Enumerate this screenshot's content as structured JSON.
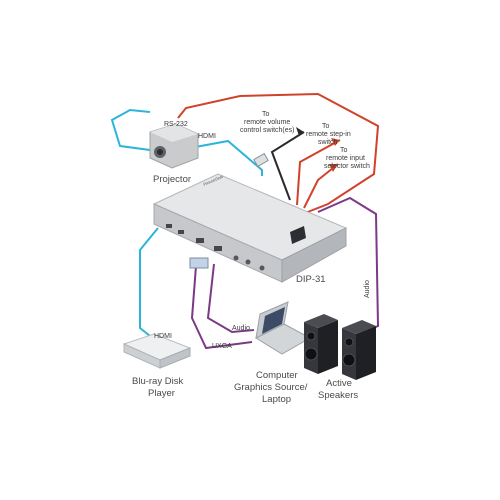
{
  "colors": {
    "hdmi": "#2bb5d8",
    "audio": "#7b3a86",
    "control_red": "#d0432b",
    "control_dark": "#2a2a2a",
    "device_body": "#d5d6d8"
  },
  "labels": {
    "rs232": "RS-232",
    "hdmi_projector": "HDMI",
    "projector": "Projector",
    "volume_line1": "To",
    "volume_line2": "remote volume",
    "volume_line3": "control switch(es)",
    "stepin_line1": "To",
    "stepin_line2": "remote step-in",
    "stepin_line3": "switch",
    "selector_line1": "To",
    "selector_line2": "remote input",
    "selector_line3": "selector switch",
    "device_model": "DIP-31",
    "audio_vertical": "Audio",
    "hdmi_bluray": "HDMI",
    "audio_laptop": "Audio",
    "uxga": "UXGA",
    "bluray_line1": "Blu-ray Disk",
    "bluray_line2": "Player",
    "laptop_line1": "Computer",
    "laptop_line2": "Graphics Source/",
    "laptop_line3": "Laptop",
    "speakers_line1": "Active",
    "speakers_line2": "Speakers"
  }
}
